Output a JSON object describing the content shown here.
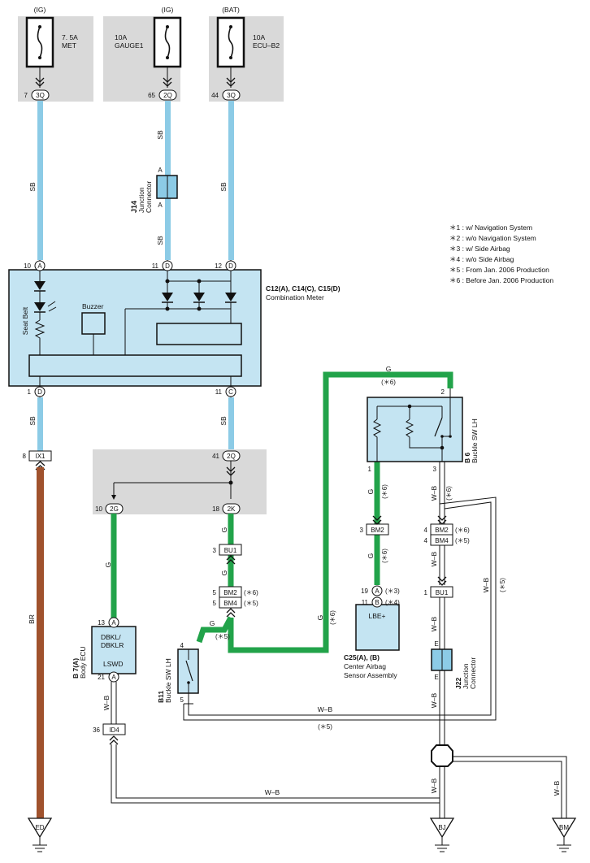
{
  "fuses": [
    {
      "supply": "(IG)",
      "rating": "7. 5A",
      "name": "MET",
      "pin": "7",
      "connector": "3Q"
    },
    {
      "supply": "(IG)",
      "rating": "10A",
      "name": "GAUGE1",
      "pin": "65",
      "connector": "2Q"
    },
    {
      "supply": "(BAT)",
      "rating": "10A",
      "name": "ECU–B2",
      "pin": "44",
      "connector": "3Q"
    }
  ],
  "wire_colors": {
    "sb": "SB",
    "g": "G",
    "br": "BR",
    "wb": "W–B"
  },
  "junction_j14": {
    "id": "J14",
    "name_line1": "Junction",
    "name_line2": "Connector",
    "pin_top": "A",
    "pin_bottom": "A"
  },
  "combination_meter": {
    "code": "C12(A), C14(C), C15(D)",
    "name": "Combination Meter",
    "seat_belt_label": "Seat Belt",
    "buzzer_label": "Buzzer",
    "pins_top": [
      {
        "num": "10",
        "conn": "A"
      },
      {
        "num": "11",
        "conn": "D"
      },
      {
        "num": "12",
        "conn": "D"
      }
    ],
    "pins_bottom": [
      {
        "num": "1",
        "conn": "D"
      },
      {
        "num": "11",
        "conn": "C"
      }
    ]
  },
  "notes": [
    "＊1 : w/ Navigation System",
    "＊2 : w/o Navigation System",
    "＊3 : w/ Side Airbag",
    "＊4 : w/o Side Airbag",
    "＊5 : From Jan.  2006 Production",
    "＊6 : Before Jan.  2006 Production"
  ],
  "connectors": {
    "ix1": {
      "label": "IX1",
      "pin": "8"
    },
    "jb_2q": {
      "label": "2Q",
      "pin": "41"
    },
    "jb_2g": {
      "label": "2G",
      "pin": "10"
    },
    "jb_2k": {
      "label": "2K",
      "pin": "18"
    },
    "bu1_left": {
      "label": "BU1",
      "pin": "3"
    },
    "bm2_left": {
      "label": "BM2",
      "pin": "5",
      "note": "(＊6)"
    },
    "bm4_left": {
      "label": "BM4",
      "pin": "5",
      "note": "(＊5)"
    },
    "bm2_center": {
      "label": "BM2",
      "pin": "3"
    },
    "bm2_right": {
      "label": "BM2",
      "pin": "4",
      "note": "(＊6)"
    },
    "bm4_right": {
      "label": "BM4",
      "pin": "4",
      "note": "(＊5)"
    },
    "bu1_right": {
      "label": "BU1",
      "pin": "1"
    },
    "id4": {
      "label": "ID4",
      "pin": "36"
    }
  },
  "body_ecu": {
    "code": "B 7(A)",
    "name": "Body ECU",
    "line1": "DBKL/",
    "line2": "DBKLR",
    "line3": "LSWD",
    "pin_top": "13",
    "pin_top_conn": "A",
    "pin_bottom": "21",
    "pin_bottom_conn": "A"
  },
  "buckle_sw_lh_left": {
    "code": "B11",
    "name": "Buckle SW LH",
    "pin_top": "4",
    "pin_bottom": "5"
  },
  "buckle_sw_lh_right": {
    "code": "B 6",
    "name": "Buckle SW LH",
    "pin_top": "2",
    "pin_left": "1",
    "pin_right": "3"
  },
  "center_airbag": {
    "code": "C25(A), (B)",
    "name_line1": "Center Airbag",
    "name_line2": "Sensor Assembly",
    "inner_label": "LBE+",
    "pins": [
      {
        "num": "19",
        "conn": "A",
        "note": "(＊3)"
      },
      {
        "num": "11",
        "conn": "B",
        "note": "(＊4)"
      }
    ]
  },
  "junction_j22": {
    "id": "J22",
    "name_line1": "Junction",
    "name_line2": "Connector",
    "pin_top": "E",
    "pin_bottom": "E"
  },
  "wire_notes": {
    "star5": "(＊5)",
    "star6": "(＊6)"
  },
  "grounds": [
    {
      "label": "ED"
    },
    {
      "label": "BJ"
    },
    {
      "label": "BM"
    }
  ]
}
